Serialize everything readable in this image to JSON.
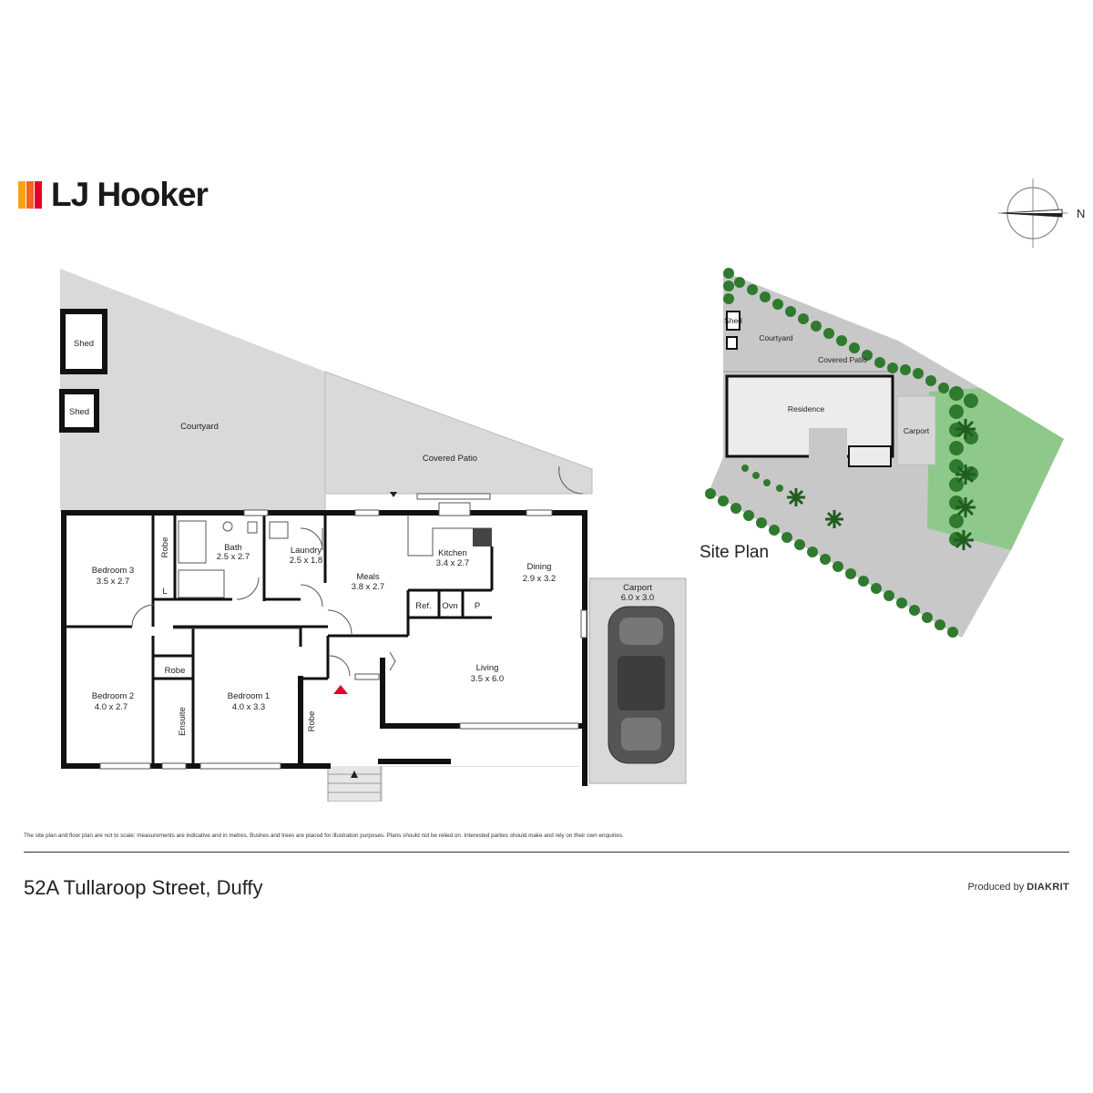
{
  "brand": {
    "name": "LJ Hooker",
    "colors": [
      "#f7a11a",
      "#f26522",
      "#e4002b"
    ]
  },
  "compass": {
    "label": "N"
  },
  "floor_plan": {
    "courtyard": "Courtyard",
    "covered_patio": "Covered Patio",
    "shed_1": "Shed",
    "shed_2": "Shed",
    "bedroom3": {
      "name": "Bedroom 3",
      "size": "3.5 x 2.7"
    },
    "bath": {
      "name": "Bath",
      "size": "2.5 x 2.7"
    },
    "laundry": {
      "name": "Laundry",
      "size": "2.5 x 1.8"
    },
    "meals": {
      "name": "Meals",
      "size": "3.8 x 2.7"
    },
    "kitchen": {
      "name": "Kitchen",
      "size": "3.4 x 2.7"
    },
    "dining": {
      "name": "Dining",
      "size": "2.9 x 3.2"
    },
    "living": {
      "name": "Living",
      "size": "3.5 x 6.0"
    },
    "bedroom2": {
      "name": "Bedroom 2",
      "size": "4.0 x 2.7"
    },
    "bedroom1": {
      "name": "Bedroom 1",
      "size": "4.0 x 3.3"
    },
    "carport": {
      "name": "Carport",
      "size": "6.0 x 3.0"
    },
    "robe_bed3": "Robe",
    "robe_bed2": "Robe",
    "robe_bed1": "Robe",
    "ensuite": "Ensuite",
    "linen": "L",
    "fridge": "Ref.",
    "oven": "Ovn",
    "pantry": "P"
  },
  "site_plan": {
    "title": "Site Plan",
    "courtyard": "Courtyard",
    "covered_patio": "Covered Patio",
    "residence": "Residence",
    "carport": "Carport",
    "shed": "Shed"
  },
  "footer": {
    "disclaimer": "The site plan and floor plan are not to scale; measurements are indicative and in metres. Bushes and trees are placed for illustration purposes. Plans should not be relied on. Interested parties should make and rely on their own enquiries.",
    "address": "52A Tullaroop Street, Duffy",
    "produced_by": "Produced by",
    "producer": "DIAKRIT"
  }
}
